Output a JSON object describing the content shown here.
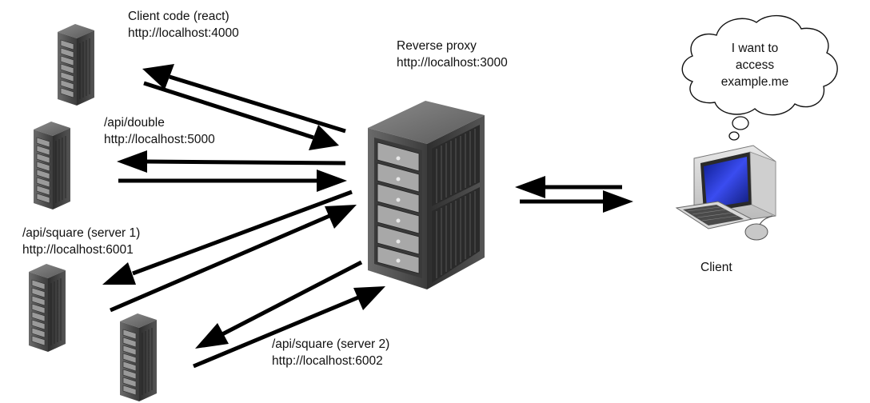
{
  "nodes": {
    "client_code": {
      "line1": "Client code (react)",
      "line2": "http://localhost:4000"
    },
    "api_double": {
      "line1": "/api/double",
      "line2": "http://localhost:5000"
    },
    "api_square_1": {
      "line1": "/api/square (server 1)",
      "line2": "http://localhost:6001"
    },
    "api_square_2": {
      "line1": "/api/square (server 2)",
      "line2": "http://localhost:6002"
    },
    "reverse_proxy": {
      "line1": "Reverse proxy",
      "line2": "http://localhost:3000"
    },
    "client": {
      "label": "Client"
    }
  },
  "thought_bubble": {
    "line1": "I want to",
    "line2": "access",
    "line3": "example.me"
  },
  "icons": {
    "server": "server-rack-icon",
    "proxy": "server-tower-icon",
    "client": "desktop-computer-icon",
    "thought": "thought-cloud-icon"
  },
  "colors": {
    "arrow": "#000000",
    "server_body": "#4a4a4a",
    "screen": "#2b39e6"
  }
}
